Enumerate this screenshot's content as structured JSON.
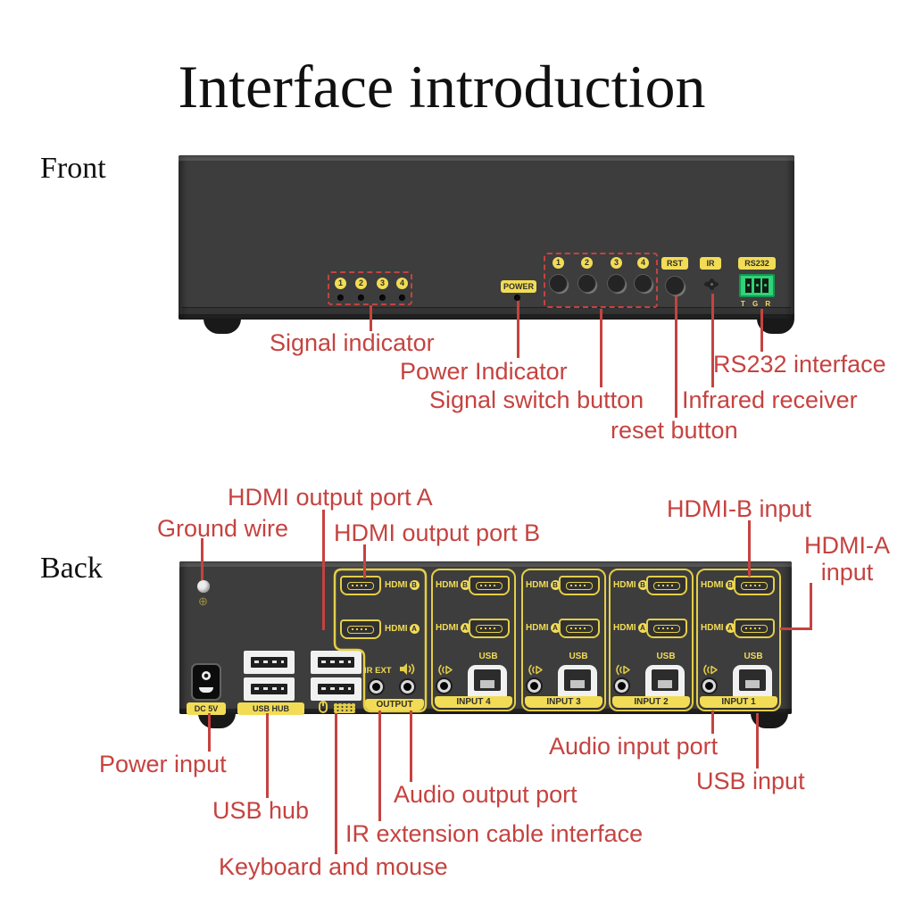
{
  "title": "Interface introduction",
  "colors": {
    "annotation_red": "#C54340",
    "panel_yellow": "#F2DC55",
    "device_gray": "#3D3D3D",
    "rs232_green": "#31D278",
    "background": "#FFFFFF"
  },
  "front": {
    "section_label": "Front",
    "panel": {
      "leds": [
        "1",
        "2",
        "3",
        "4"
      ],
      "power_label": "POWER",
      "buttons": [
        "1",
        "2",
        "3",
        "4"
      ],
      "rst_label": "RST",
      "ir_label": "IR",
      "rs232_label": "RS232",
      "rs232_pins": "T G R"
    },
    "annotations": {
      "signal_indicator": "Signal indicator",
      "power_indicator": "Power Indicator",
      "signal_switch_button": "Signal switch button",
      "reset_button": "reset button",
      "infrared_receiver": "Infrared receiver",
      "rs232_interface": "RS232 interface"
    }
  },
  "back": {
    "section_label": "Back",
    "panel": {
      "ground_symbol": "⊕",
      "dc_label": "DC 5V",
      "usb_hub_label": "USB HUB",
      "ir_ext_label": "IR EXT",
      "output_banner": "OUTPUT",
      "usb_label": "USB",
      "hdmi_label": "HDMI",
      "port_a": "A",
      "port_b": "B",
      "input_banners": [
        "INPUT 4",
        "INPUT 3",
        "INPUT 2",
        "INPUT 1"
      ]
    },
    "annotations": {
      "hdmi_output_a": "HDMI output port A",
      "ground_wire": "Ground wire",
      "hdmi_output_b": "HDMI output port B",
      "hdmi_b_input": "HDMI-B input",
      "hdmi_a_input_line1": "HDMI-A",
      "hdmi_a_input_line2": "input",
      "power_input": "Power input",
      "usb_hub": "USB hub",
      "keyboard_mouse": "Keyboard and mouse",
      "ir_extension": "IR extension cable interface",
      "audio_output": "Audio output port",
      "audio_input": "Audio input port",
      "usb_input": "USB input"
    }
  }
}
